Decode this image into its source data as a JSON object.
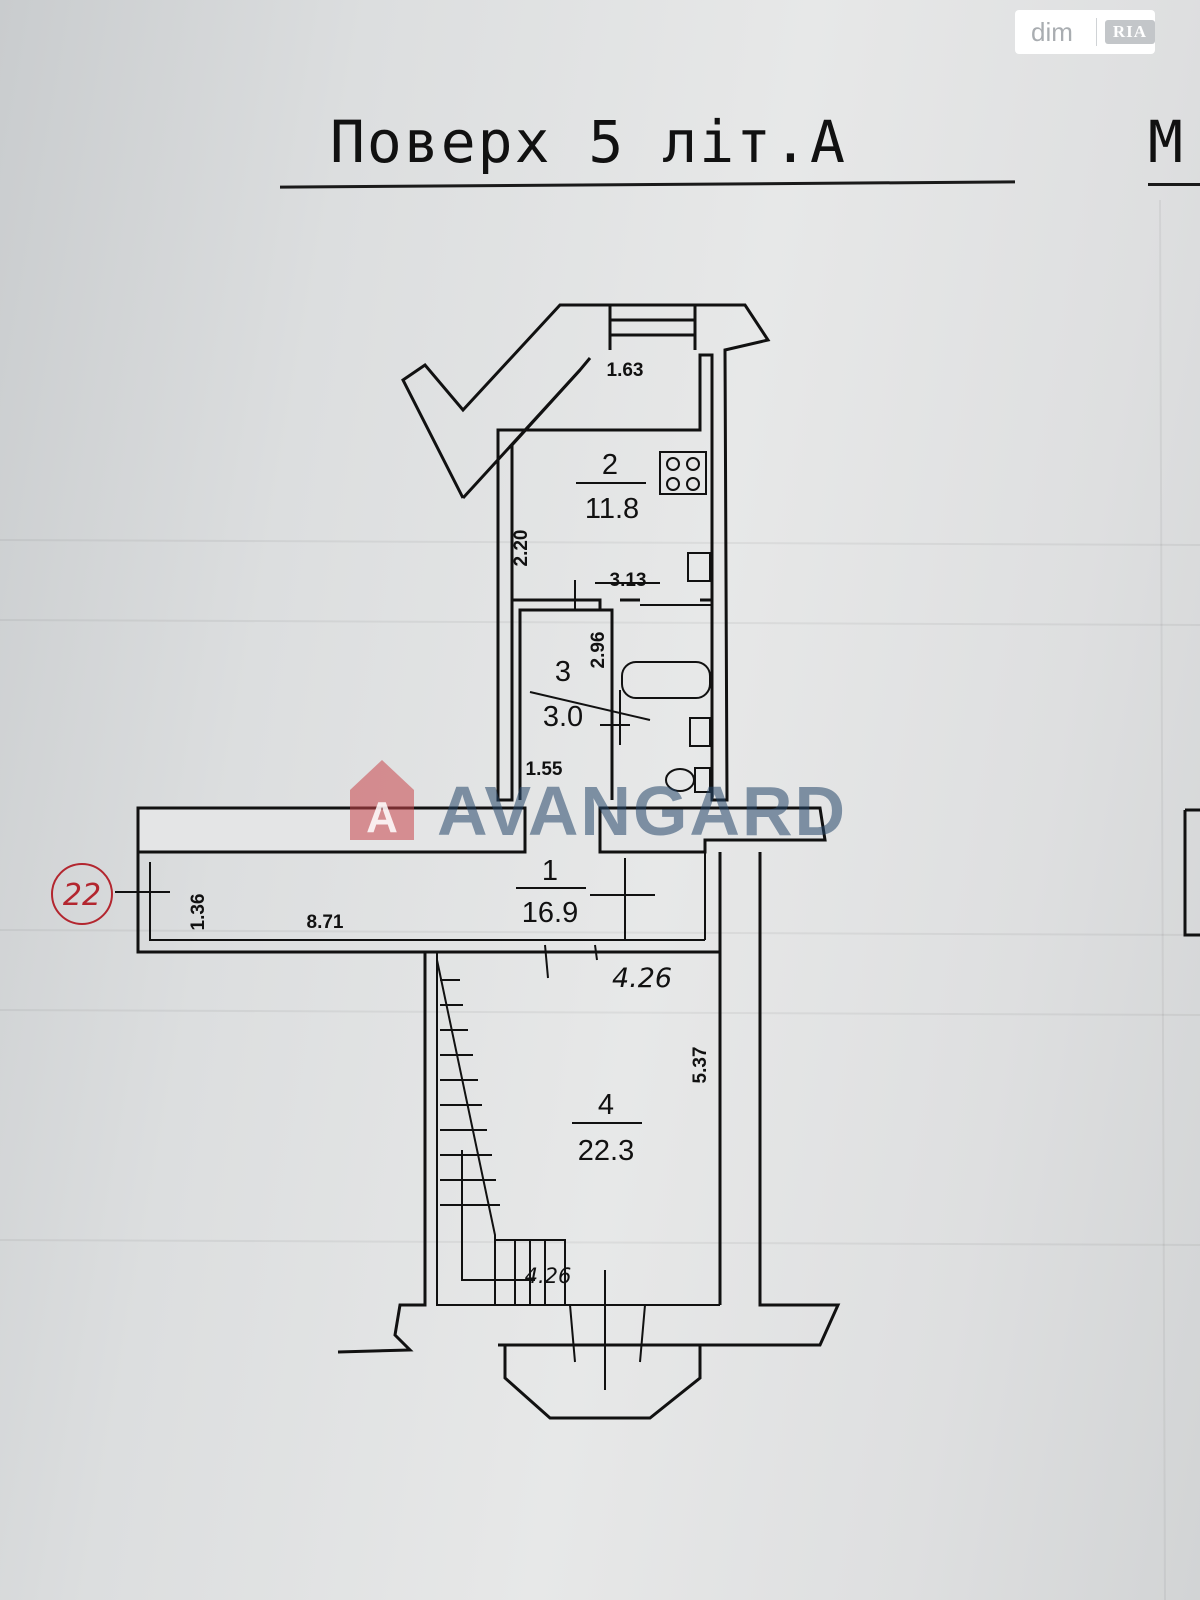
{
  "badge": {
    "site": "dim",
    "brand": "RIA"
  },
  "page": {
    "title": "Поверх 5 літ.А",
    "title_cut": "М"
  },
  "plan": {
    "rooms": [
      {
        "number": "1",
        "area": "16.9"
      },
      {
        "number": "2",
        "area": "11.8"
      },
      {
        "number": "3",
        "area": "3.0"
      },
      {
        "number": "4",
        "area": "22.3"
      }
    ],
    "dimensions": [
      "1.63",
      "2.20",
      "3.13",
      "2.96",
      "1.55",
      "1.36",
      "8.71",
      "5.37"
    ],
    "handwritten": {
      "width_room4": "4.26",
      "stair_note": "4.26",
      "marker": "22"
    },
    "watermark": "AVANGARD",
    "watermark_colors": {
      "logo": "#c8464b",
      "text": "#27476a"
    }
  }
}
